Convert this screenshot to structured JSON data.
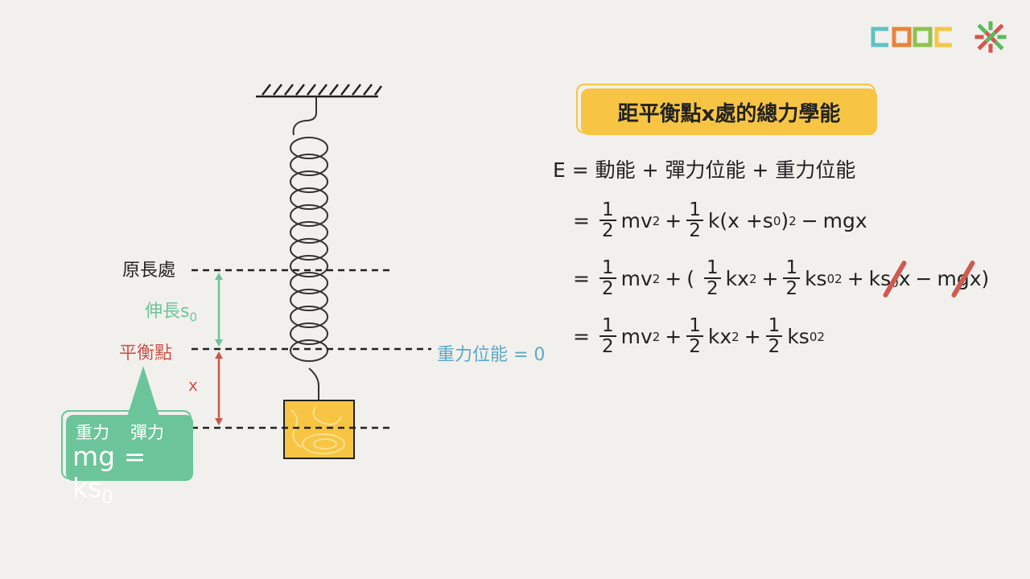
{
  "diagram": {
    "label_original_length": "原長處",
    "label_stretch": "伸長s",
    "label_stretch_sub": "0",
    "label_equilibrium": "平衡點",
    "label_x": "x",
    "label_gravity_zero": "重力位能 = 0",
    "callout": {
      "gravity": "重力",
      "spring_force": "彈力",
      "equation_left": "mg = ks",
      "equation_sub": "0"
    }
  },
  "title": "距平衡點x處的總力學能",
  "equations": {
    "line0": "E = 動能 + 彈力位能 + 重力位能",
    "half_n": "1",
    "half_d": "2",
    "eq_sign": "=",
    "plus": "+",
    "minus": "−",
    "mv": "mv",
    "sq": "2",
    "k_paren": "k(x +s",
    "zero": "0",
    "close_sq": ")",
    "mgx": "mgx",
    "open": "(",
    "kx": "kx",
    "ks": "ks",
    "ks_cancel": "ks",
    "x_tail": "x",
    "m": "m",
    "g_cancel": "g",
    "close": "x)"
  },
  "colors": {
    "background": "#f2f0ec",
    "yellow": "#f7c543",
    "green": "#6cc49a",
    "red": "#c8564c",
    "blue": "#5aa8c8"
  }
}
